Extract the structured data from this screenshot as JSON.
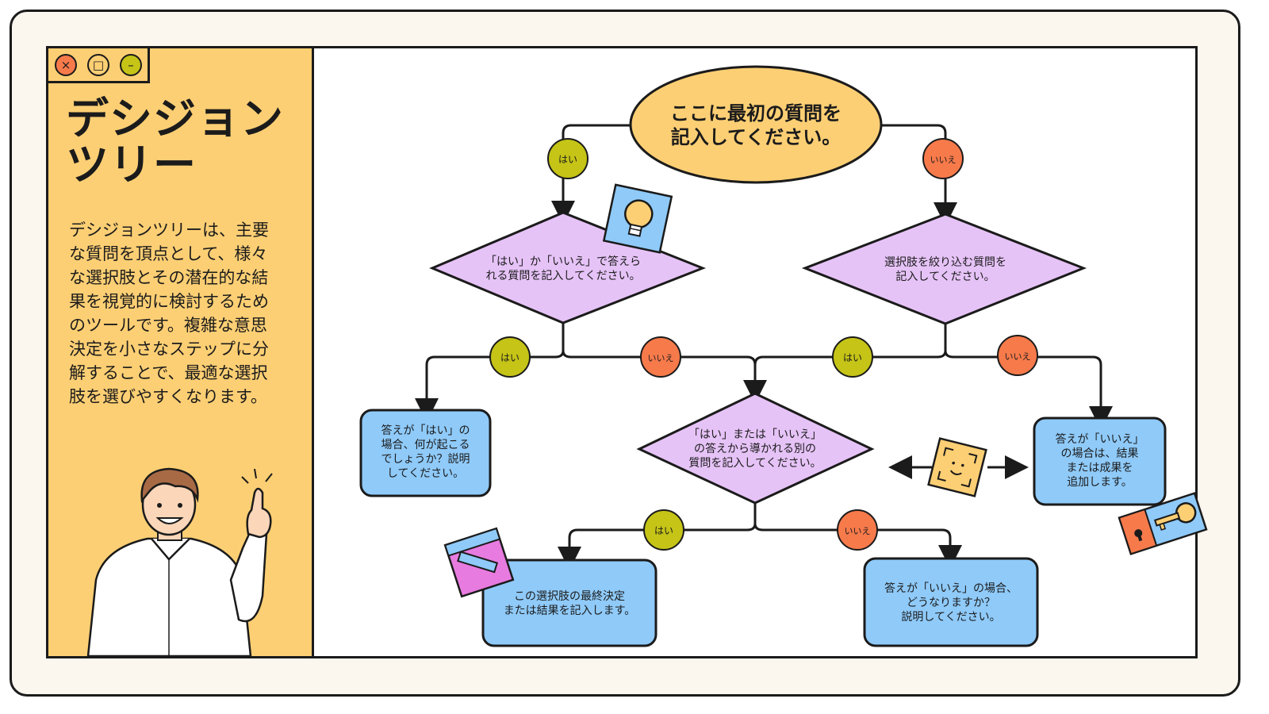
{
  "window_controls": {
    "close": "×",
    "maximize": "□",
    "minimize": "–"
  },
  "sidebar": {
    "title_line1": "デシジョン",
    "title_line2": "ツリー",
    "description": "デシジョンツリーは、主要な質問を頂点として、様々な選択肢とその潜在的な結果を視覚的に検討するためのツールです。複雑な意思決定を小さなステップに分解することで、最適な選択肢を選びやすくなります。"
  },
  "nodes": {
    "root": {
      "line1": "ここに最初の質問を",
      "line2": "記入してください。"
    },
    "q_left": {
      "line1": "「はい」か「いいえ」で答えら",
      "line2": "れる質問を記入してください。"
    },
    "q_right": {
      "line1": "選択肢を絞り込む質問を",
      "line2": "記入してください。"
    },
    "q_middle": {
      "line1": "「はい」または「いいえ」",
      "line2": "の答えから導かれる別の",
      "line3": "質問を記入してください。"
    },
    "out_left": {
      "line1": "答えが「はい」の",
      "line2": "場合、何が起こる",
      "line3": "でしょうか？説明",
      "line4": "してください。"
    },
    "out_right": {
      "line1": "答えが「いいえ」",
      "line2": "の場合は、結果",
      "line3": "または成果を",
      "line4": "追加します。"
    },
    "out_bottom_left": {
      "line1": "この選択肢の最終決定",
      "line2": "または結果を記入します。"
    },
    "out_bottom_right": {
      "line1": "答えが「いいえ」の場合、",
      "line2": "どうなりますか？",
      "line3": "説明してください。"
    }
  },
  "labels": {
    "yes": "はい",
    "no": "いいえ"
  },
  "colors": {
    "sidebar": "#fdcf74",
    "ellipse": "#fdcf74",
    "diamond": "#e6c3f7",
    "box": "#8fcaf9",
    "yes": "#c5c417",
    "no": "#f77a4b",
    "outline": "#1b1b1b"
  },
  "icons": [
    "lightbulb-icon",
    "face-scan-icon",
    "key-icon",
    "pencil-icon"
  ]
}
